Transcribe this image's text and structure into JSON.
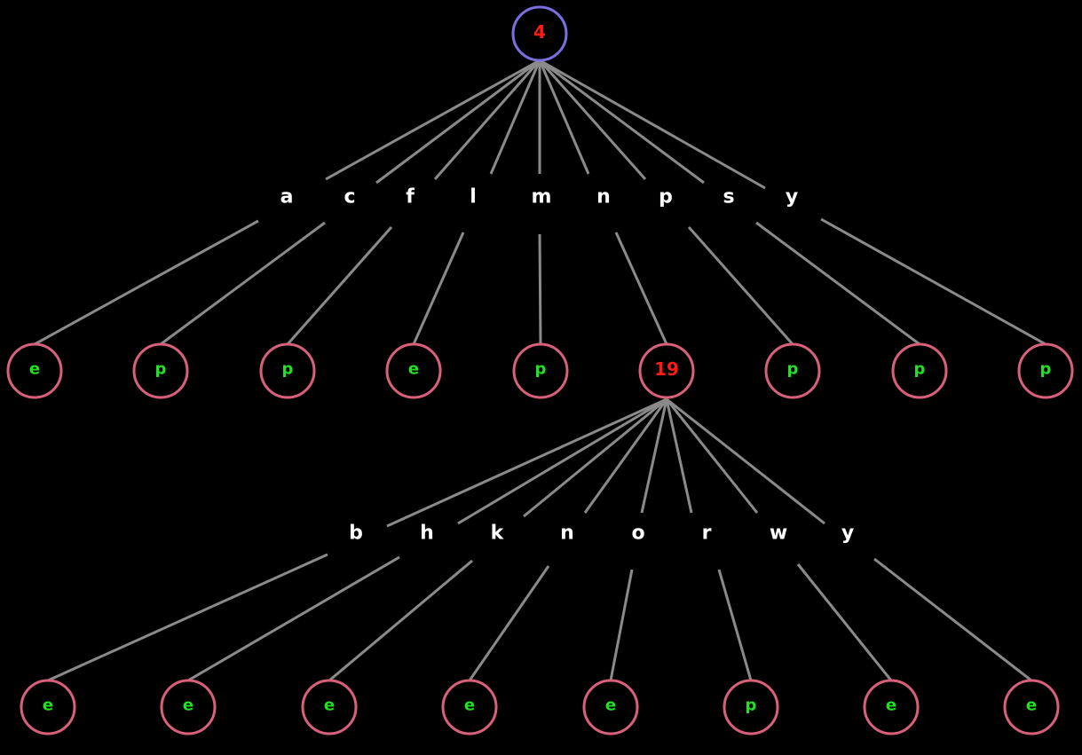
{
  "colors": {
    "background": "#000000",
    "root_ring": "#7b6fe0",
    "node_ring": "#d9607a",
    "count_text": "#ff1a1a",
    "leaf_text": "#22e022",
    "edge_label": "#ffffff",
    "edge_line": "#8a8a8a"
  },
  "tree": {
    "root": {
      "value": "4"
    },
    "level1_edges": [
      {
        "label": "a",
        "child": "e"
      },
      {
        "label": "c",
        "child": "p"
      },
      {
        "label": "f",
        "child": "p"
      },
      {
        "label": "l",
        "child": "e"
      },
      {
        "label": "m",
        "child": "p"
      },
      {
        "label": "n",
        "child": "19"
      },
      {
        "label": "p",
        "child": "p"
      },
      {
        "label": "s",
        "child": "p"
      },
      {
        "label": "y",
        "child": "p"
      }
    ],
    "subtree": {
      "value": "19",
      "edges": [
        {
          "label": "b",
          "child": "e"
        },
        {
          "label": "h",
          "child": "e"
        },
        {
          "label": "k",
          "child": "e"
        },
        {
          "label": "n",
          "child": "e"
        },
        {
          "label": "o",
          "child": "e"
        },
        {
          "label": "r",
          "child": "p"
        },
        {
          "label": "w",
          "child": "e"
        },
        {
          "label": "y",
          "child": "e"
        }
      ]
    }
  }
}
